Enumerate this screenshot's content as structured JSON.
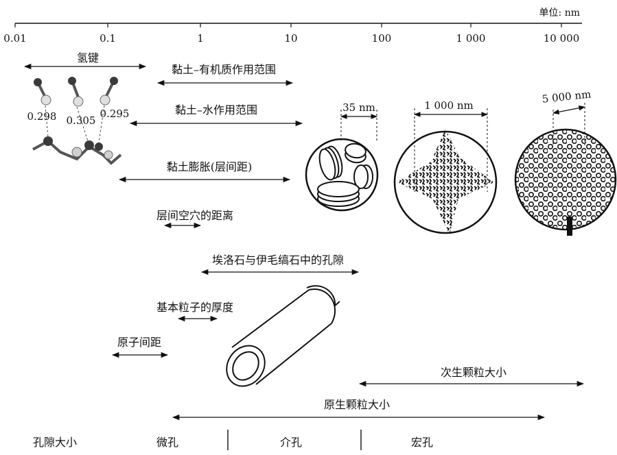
{
  "unit_label": "单位: nm",
  "axis_ticks": [
    "0.01",
    "0.1",
    "1",
    "10",
    "100",
    "1 000",
    "10 000"
  ],
  "ranges": {
    "hydrogen_bond": "氢键",
    "clay_organic": "黏土–有机质作用范围",
    "clay_water": "黏土–水作用范围",
    "clay_swelling": "黏土膨胀(层间距)",
    "interlayer_cavity": "层间空穴的距离",
    "halloysite_pores": "埃洛石与伊毛缟石中的孔隙",
    "particle_thickness": "基本粒子的厚度",
    "atomic_spacing": "原子间距",
    "secondary_particle": "次生颗粒大小",
    "primary_particle": "原生颗粒大小"
  },
  "bond_distances": [
    "0.298",
    "0.305",
    "0.295"
  ],
  "aggregate_sizes": [
    "35 nm",
    "1 000 nm",
    "5 000 nm"
  ],
  "pore_scale": {
    "title": "孔隙大小",
    "micro": "微孔",
    "meso": "介孔",
    "macro": "宏孔"
  },
  "colors": {
    "line": "#111111",
    "atom_dark": "#3a3a3a",
    "atom_light": "#d8d8d8"
  }
}
